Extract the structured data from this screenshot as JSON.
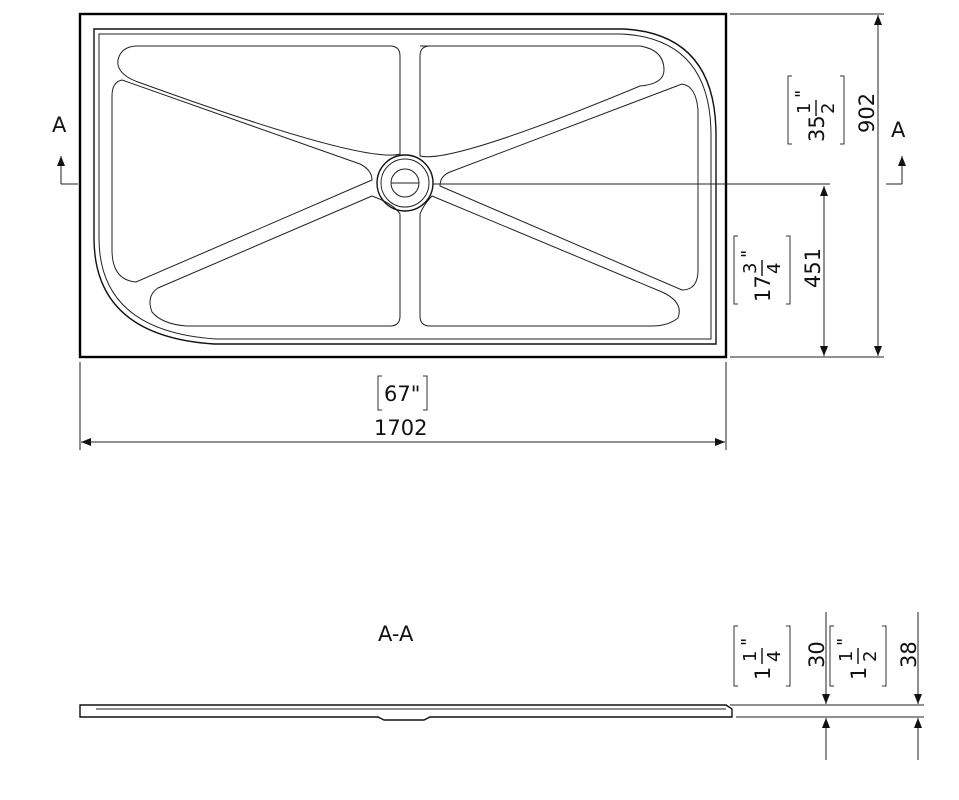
{
  "labels": {
    "section_mark_left": "A",
    "section_mark_right": "A",
    "section_title": "A-A"
  },
  "dimensions": {
    "length_mm": "1702",
    "length_in": "67\"",
    "width_mm": "902",
    "width_in_whole": "35",
    "width_in_num": "1",
    "width_in_den": "2",
    "drain_offset_mm": "451",
    "drain_offset_in_whole": "17",
    "drain_offset_in_num": "3",
    "drain_offset_in_den": "4",
    "height_a_mm": "30",
    "height_a_in_whole": "1",
    "height_a_in_num": "1",
    "height_a_in_den": "4",
    "height_b_mm": "38",
    "height_b_in_whole": "1",
    "height_b_in_num": "1",
    "height_b_in_den": "2",
    "inch_mark": "\""
  }
}
